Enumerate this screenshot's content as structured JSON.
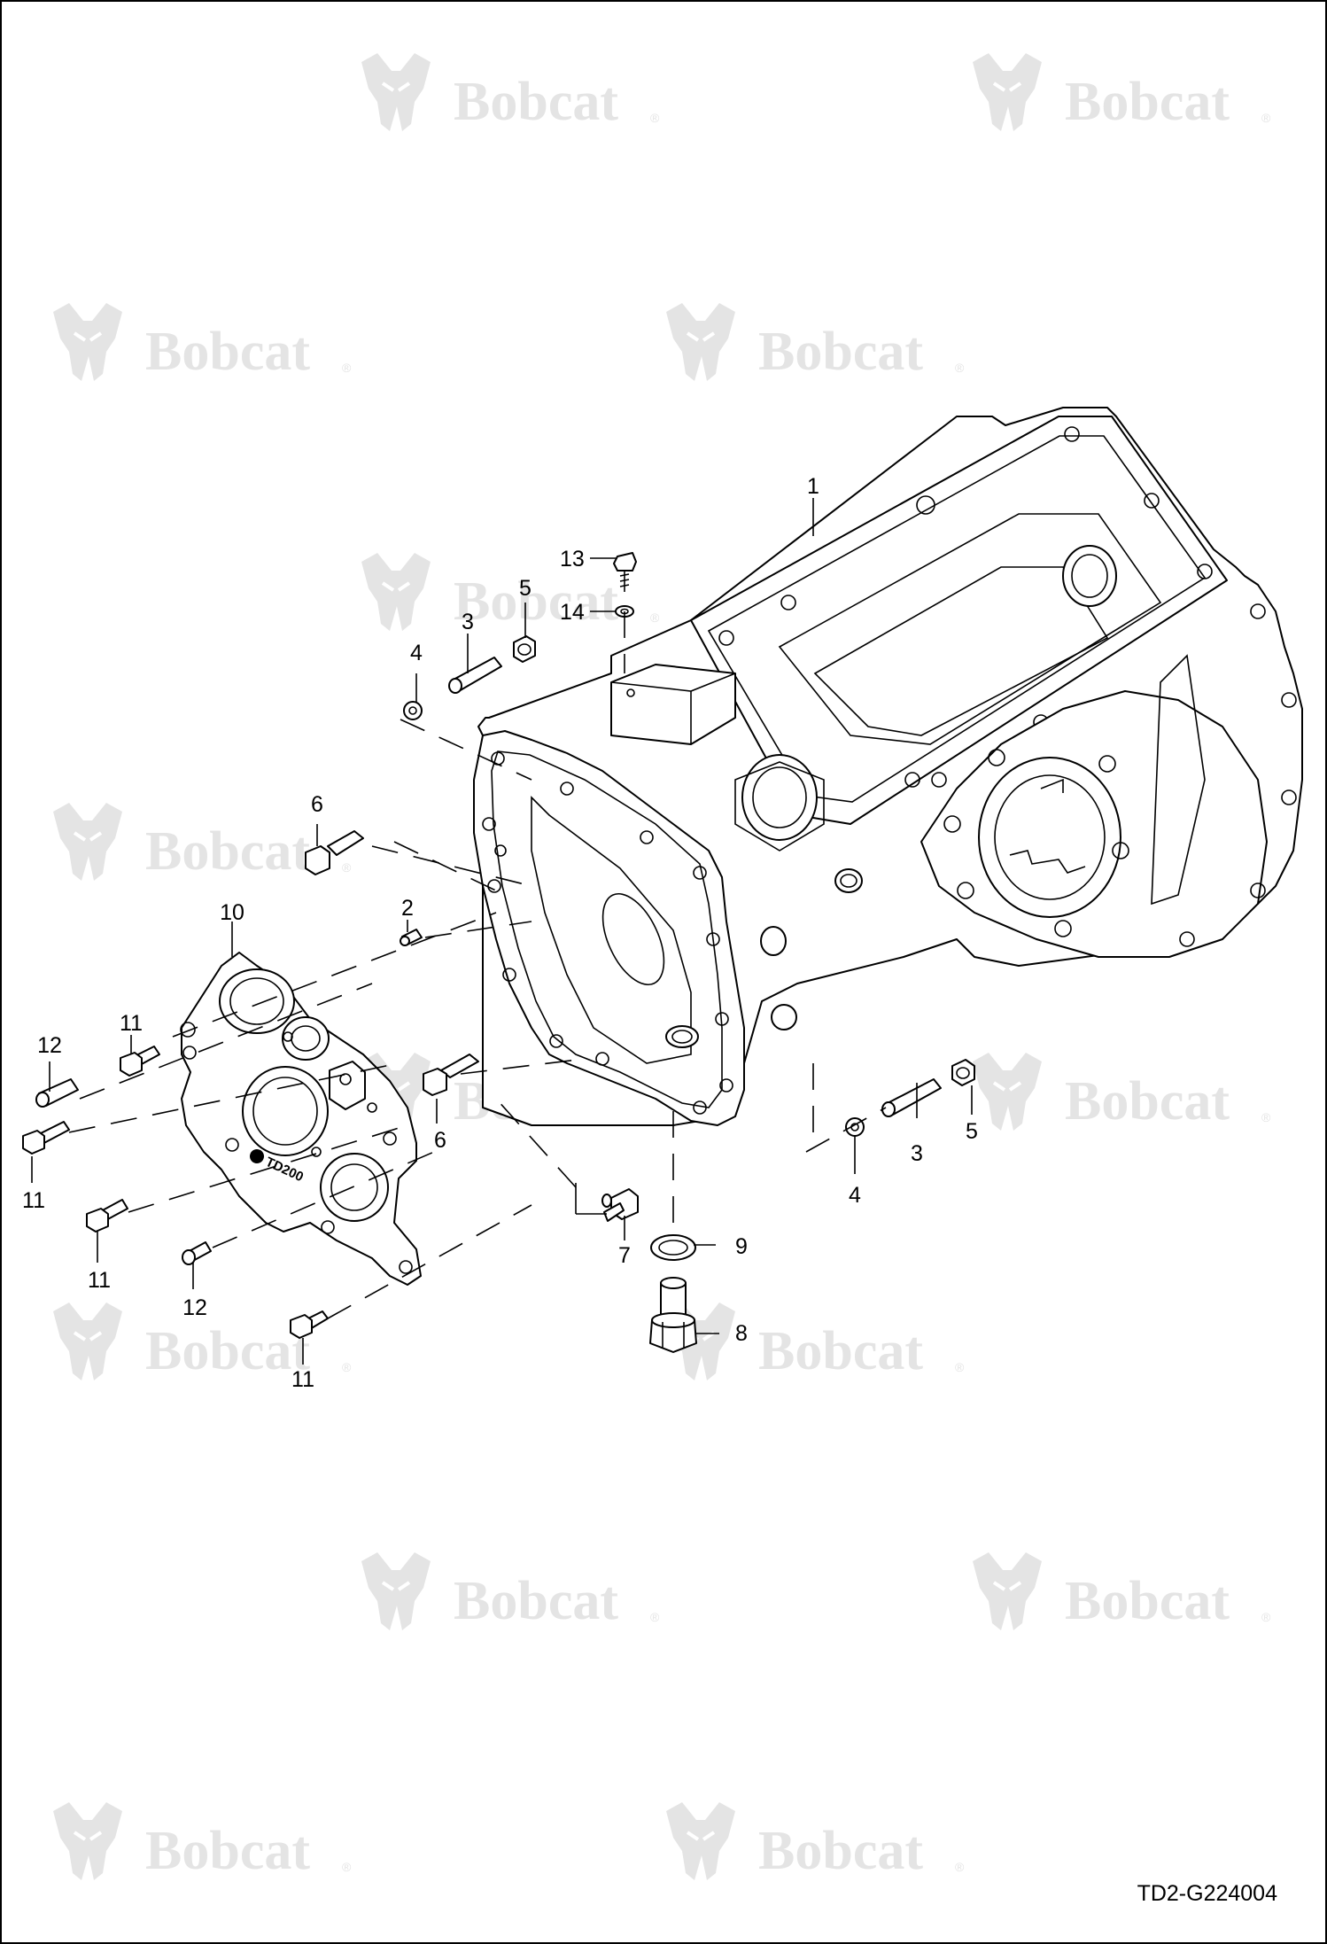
{
  "watermark": {
    "brand": "Bobcat",
    "registered_mark": "®"
  },
  "drawing_id": "TD2-G224004",
  "engraving": "TD200",
  "callouts": [
    {
      "id": "c-1",
      "label": "1",
      "part": "transmission-case"
    },
    {
      "id": "c-2",
      "label": "2",
      "part": "dowel-pin"
    },
    {
      "id": "c-3a",
      "label": "3",
      "part": "stud"
    },
    {
      "id": "c-4a",
      "label": "4",
      "part": "washer"
    },
    {
      "id": "c-5a",
      "label": "5",
      "part": "nut"
    },
    {
      "id": "c-3b",
      "label": "3",
      "part": "stud"
    },
    {
      "id": "c-4b",
      "label": "4",
      "part": "washer"
    },
    {
      "id": "c-5b",
      "label": "5",
      "part": "nut"
    },
    {
      "id": "c-6a",
      "label": "6",
      "part": "bolt"
    },
    {
      "id": "c-6b",
      "label": "6",
      "part": "bolt"
    },
    {
      "id": "c-7",
      "label": "7",
      "part": "bolt"
    },
    {
      "id": "c-8",
      "label": "8",
      "part": "drain-plug"
    },
    {
      "id": "c-9",
      "label": "9",
      "part": "o-ring"
    },
    {
      "id": "c-10",
      "label": "10",
      "part": "front-cover"
    },
    {
      "id": "c-11a",
      "label": "11",
      "part": "bolt"
    },
    {
      "id": "c-11b",
      "label": "11",
      "part": "bolt"
    },
    {
      "id": "c-11c",
      "label": "11",
      "part": "bolt"
    },
    {
      "id": "c-11d",
      "label": "11",
      "part": "bolt"
    },
    {
      "id": "c-12a",
      "label": "12",
      "part": "dowel-pin"
    },
    {
      "id": "c-12b",
      "label": "12",
      "part": "dowel-pin"
    },
    {
      "id": "c-13",
      "label": "13",
      "part": "bolt"
    },
    {
      "id": "c-14",
      "label": "14",
      "part": "washer"
    }
  ]
}
